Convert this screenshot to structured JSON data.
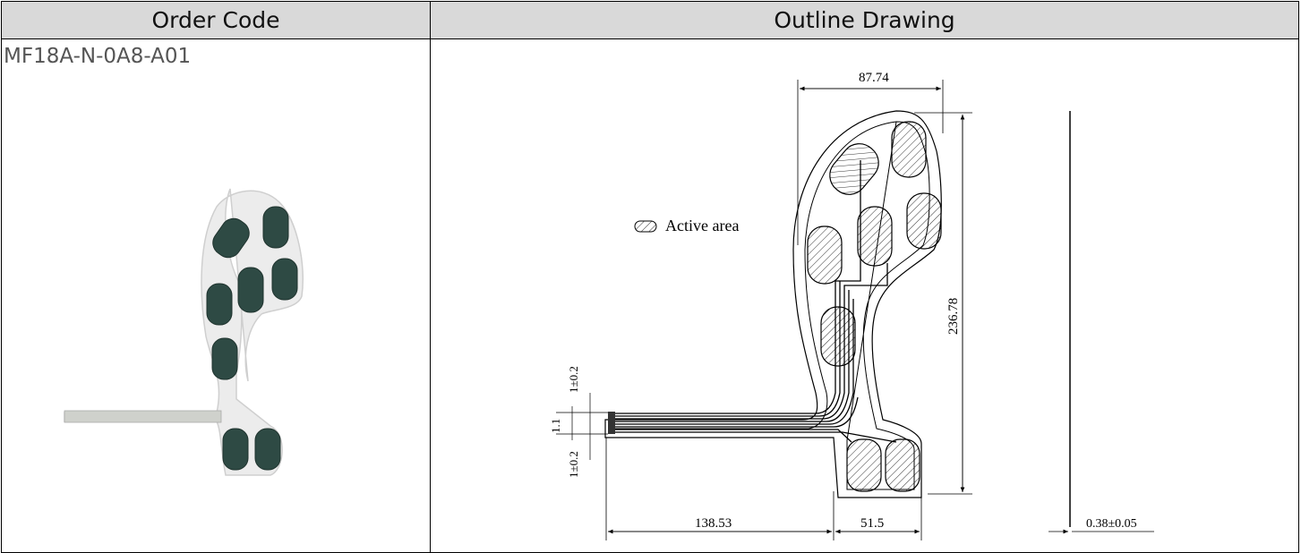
{
  "table": {
    "headers": {
      "order_code": "Order Code",
      "outline_drawing": "Outline Drawing"
    },
    "row": {
      "order_code": "MF18A-N-0A8-A01"
    }
  },
  "drawing": {
    "legend": "Active area",
    "dimensions": {
      "top_width": "87.74",
      "height": "236.78",
      "tail_length": "138.53",
      "foot_width": "51.5",
      "thickness": "0.38±0.05",
      "tail_width": "1.1",
      "upper_gap": "1±0.2",
      "lower_gap": "1±0.2"
    }
  },
  "colors": {
    "header_bg": "#d9d9d9",
    "sensor": "#2e4a44",
    "substrate": "#ececec"
  }
}
